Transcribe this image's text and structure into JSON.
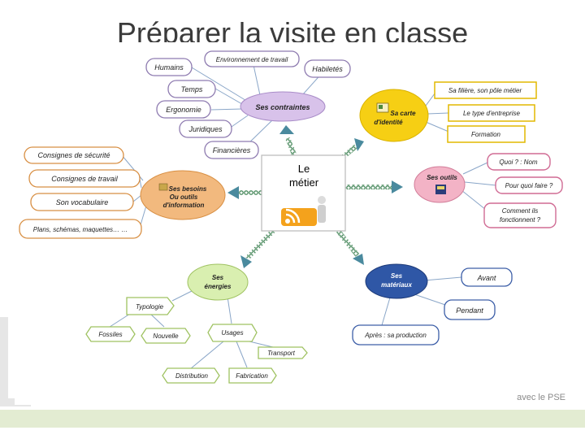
{
  "slide": {
    "title": "Préparer la visite en classe",
    "footer": "avec le PSE"
  },
  "center": {
    "line1": "Le",
    "line2": "métier"
  },
  "branches": {
    "contraintes": {
      "label": "Ses contraintes",
      "items": [
        "Humains",
        "Environnement de travail",
        "Habiletés",
        "Temps",
        "Ergonomie",
        "Juridiques",
        "Financières"
      ]
    },
    "carte": {
      "label_1": "Sa carte",
      "label_2": "d'identité",
      "items": [
        "Sa filière, son pôle métier",
        "Le type d'entreprise",
        "Formation"
      ]
    },
    "outils": {
      "label": "Ses outils",
      "items": [
        "Quoi ? : Nom",
        "Pour quoi faire ?",
        "Comment ils",
        "fonctionnent ?"
      ]
    },
    "besoins": {
      "label_1": "Ses besoins",
      "label_2": "Ou outils",
      "label_3": "d'information",
      "items": [
        "Consignes de sécurité",
        "Consignes de travail",
        "Son vocabulaire",
        "Plans, schémas, maquettes… …"
      ]
    },
    "energies": {
      "label_1": "Ses",
      "label_2": "énergies",
      "items": [
        "Typologie",
        "Fossiles",
        "Nouvelle",
        "Usages",
        "Transport",
        "Distribution",
        "Fabrication"
      ]
    },
    "materiaux": {
      "label_1": "Ses",
      "label_2": "matériaux",
      "items": [
        "Avant",
        "Pendant",
        "Après : sa production"
      ]
    }
  },
  "colors": {
    "contraintes": "#d8c2ea",
    "carte": "#f6cf14",
    "outils": "#f3b3c6",
    "besoins": "#f2b97e",
    "energies": "#d9efb0",
    "materiaux": "#2f57a6",
    "connector": "#4a8a5e"
  },
  "icons": [
    "rss-person-icon",
    "folder-icon",
    "toolbox-icon",
    "id-card-icon"
  ]
}
